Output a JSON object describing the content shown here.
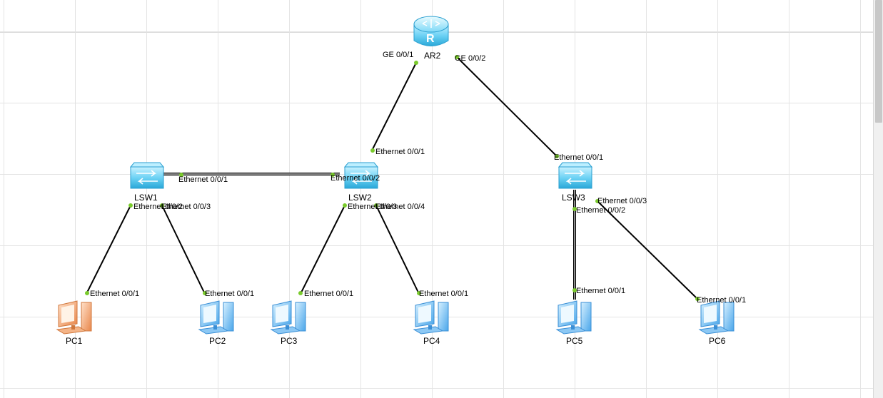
{
  "colors": {
    "link": "#000000",
    "port_dot": "#7acb2c",
    "device_blue": "#4fc3f7",
    "pc_blue": "#58aef0",
    "pc_orange": "#f0a16b",
    "grid": "#dcdcdc"
  },
  "devices": {
    "ar2": {
      "label": "AR2",
      "icon": "router-icon"
    },
    "lsw1": {
      "label": "LSW1",
      "icon": "switch-icon"
    },
    "lsw2": {
      "label": "LSW2",
      "icon": "switch-icon"
    },
    "lsw3": {
      "label": "LSW3",
      "icon": "switch-icon"
    },
    "pc1": {
      "label": "PC1",
      "icon": "pc-icon",
      "state": "selected"
    },
    "pc2": {
      "label": "PC2",
      "icon": "pc-icon"
    },
    "pc3": {
      "label": "PC3",
      "icon": "pc-icon"
    },
    "pc4": {
      "label": "PC4",
      "icon": "pc-icon"
    },
    "pc5": {
      "label": "PC5",
      "icon": "pc-icon"
    },
    "pc6": {
      "label": "PC6",
      "icon": "pc-icon"
    }
  },
  "ports": {
    "ar2_ge001": "GE 0/0/1",
    "ar2_ge002": "GE 0/0/2",
    "lsw2_e001": "Ethernet 0/0/1",
    "lsw3_e001": "Ethernet 0/0/1",
    "lsw1_e001": "Ethernet 0/0/1",
    "lsw2_e002": "Ethernet 0/0/2",
    "lsw1_e002": "Ethernet 0/0/2",
    "lsw1_e003": "Ethernet 0/0/3",
    "lsw2_e003": "Ethernet 0/0/3",
    "lsw2_e004": "Ethernet 0/0/4",
    "lsw3_e002": "Ethernet 0/0/2",
    "lsw3_e003": "Ethernet 0/0/3",
    "pc1_e001": "Ethernet 0/0/1",
    "pc2_e001": "Ethernet 0/0/1",
    "pc3_e001": "Ethernet 0/0/1",
    "pc4_e001": "Ethernet 0/0/1",
    "pc5_e001": "Ethernet 0/0/1",
    "pc6_e001": "Ethernet 0/0/1"
  }
}
